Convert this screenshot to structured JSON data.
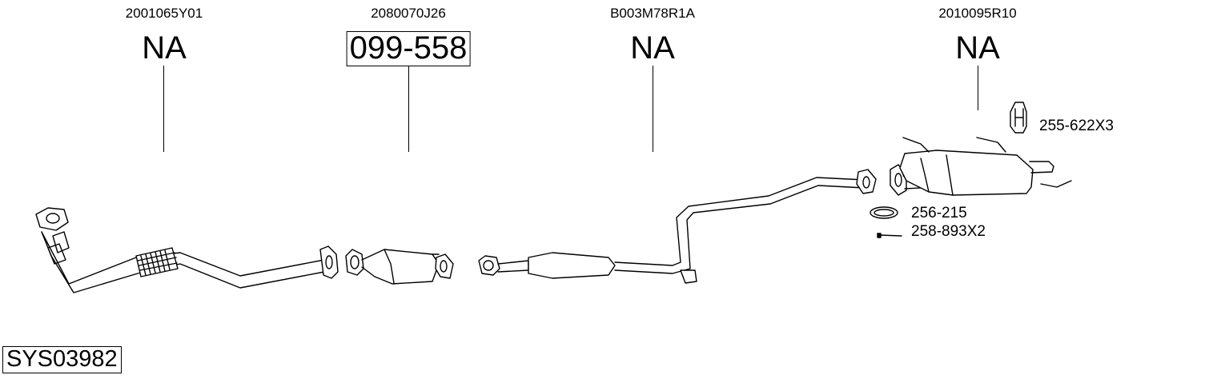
{
  "columns": [
    {
      "ref": "2001065Y01",
      "code": "NA",
      "boxed": false
    },
    {
      "ref": "2080070J26",
      "code": "099-558",
      "boxed": true
    },
    {
      "ref": "B003M78R1A",
      "code": "NA",
      "boxed": false
    },
    {
      "ref": "2010095R10",
      "code": "NA",
      "boxed": false
    }
  ],
  "parts": {
    "hanger": "255-622X3",
    "gasket": "256-215",
    "bolt": "258-893X2"
  },
  "system_code": "SYS03982"
}
